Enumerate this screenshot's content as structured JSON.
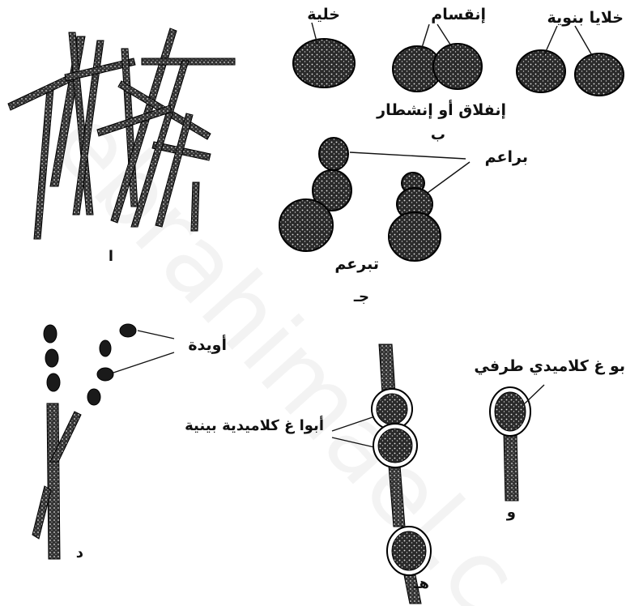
{
  "watermark": "ebrahimael.c",
  "panels": {
    "a": {
      "letter": "ا"
    },
    "b": {
      "letter": "ب",
      "label_cell": "خلية",
      "label_division": "إنقسام",
      "label_daughter_cells": "خلايا بنوية",
      "label_fission": "إنفلاق أو إنشطار"
    },
    "c": {
      "letter": "جـ",
      "label_buds": "براعم",
      "label_budding": "تبرعم"
    },
    "d": {
      "letter": "د",
      "label_oidia": "أويدة"
    },
    "e": {
      "letter": "هـ",
      "label_intercalary": "أبوا غ كلاميدية بينية"
    },
    "f": {
      "letter": "و",
      "label_terminal": "بو غ كلاميدي طرفي"
    }
  },
  "colors": {
    "ink": "#111111",
    "paper": "#ffffff"
  }
}
